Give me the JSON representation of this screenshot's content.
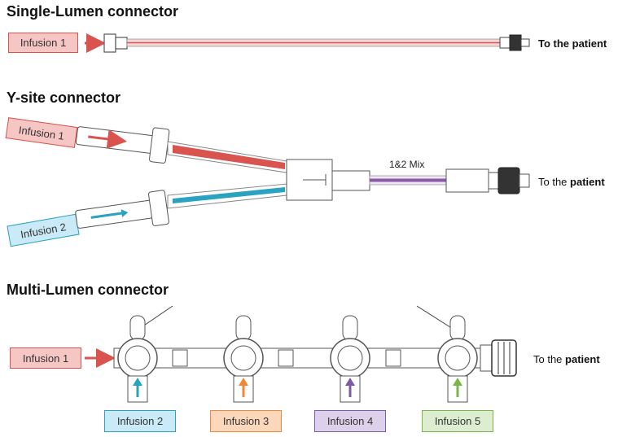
{
  "sections": {
    "single": {
      "title": "Single-Lumen connector",
      "infusion": "Infusion 1",
      "patient": "To the patient"
    },
    "ysite": {
      "title": "Y-site connector",
      "infusion1": "Infusion 1",
      "infusion2": "Infusion 2",
      "mix": "1&2 Mix",
      "patient_prefix": "To the ",
      "patient_bold": "patient"
    },
    "multi": {
      "title": "Multi-Lumen connector",
      "infusion1": "Infusion 1",
      "ports": [
        "Infusion 2",
        "Infusion 3",
        "Infusion 4",
        "Infusion 5"
      ],
      "patient_prefix": "To the ",
      "patient_bold": "patient"
    }
  },
  "colors": {
    "infusion1": "#d9534f",
    "infusion2": "#29a3bf",
    "infusion3": "#f0883a",
    "infusion4": "#7a5ba6",
    "infusion5": "#7ab648",
    "mix": "#8a5aa8"
  }
}
